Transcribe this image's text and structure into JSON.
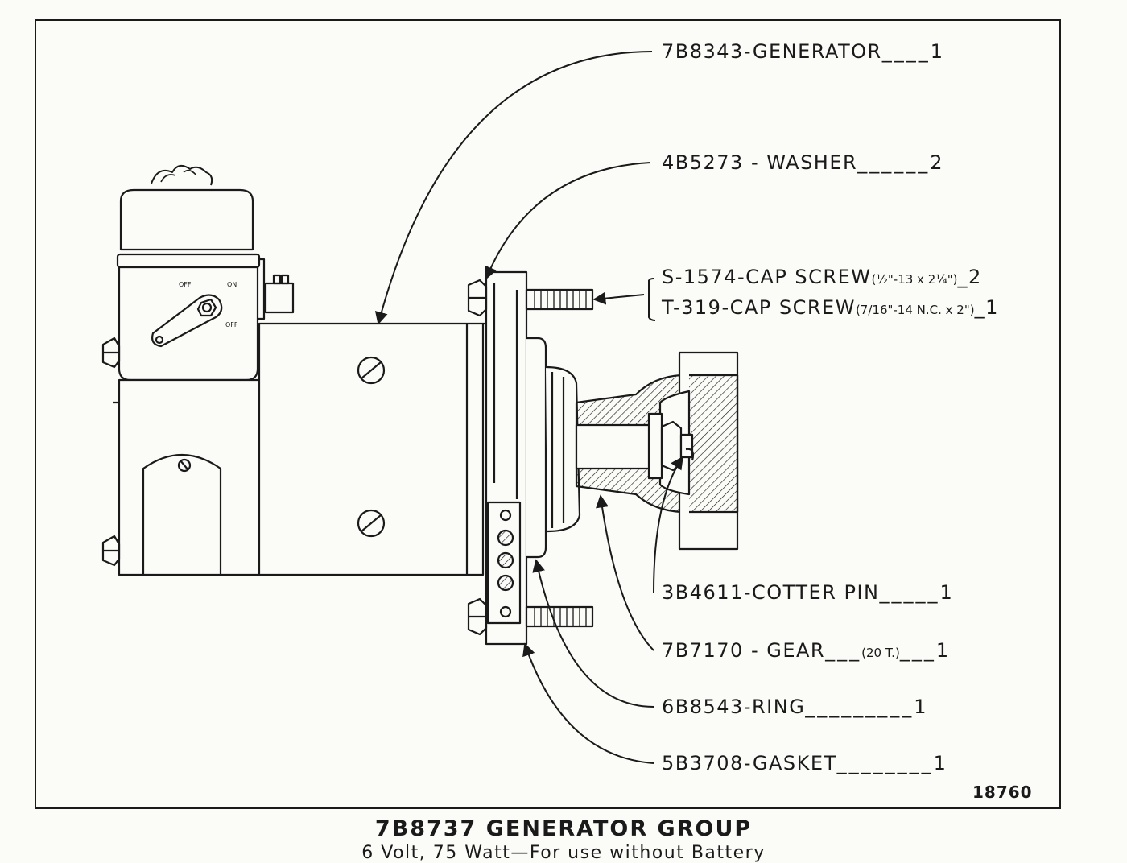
{
  "drawing": {
    "callouts": [
      {
        "id": "generator",
        "part": "7B8343",
        "name": "GENERATOR",
        "qty": "1"
      },
      {
        "id": "washer",
        "part": "4B5273",
        "name": "WASHER",
        "qty": "2"
      },
      {
        "id": "cap-screw-1",
        "part": "S-1574",
        "name": "CAP SCREW",
        "size": "(½\"-13 x 2¼\")",
        "qty": "2"
      },
      {
        "id": "cap-screw-2",
        "part": "T-319",
        "name": "CAP SCREW",
        "size": "(7/16\"-14 N.C. x 2\")",
        "qty": "1"
      },
      {
        "id": "cotter-pin",
        "part": "3B4611",
        "name": "COTTER PIN",
        "qty": "1"
      },
      {
        "id": "gear",
        "part": "7B7170",
        "name": "GEAR",
        "note": "(20 T.)",
        "qty": "1"
      },
      {
        "id": "ring",
        "part": "6B8543",
        "name": "RING",
        "qty": "1"
      },
      {
        "id": "gasket",
        "part": "5B3708",
        "name": "GASKET",
        "qty": "1"
      }
    ],
    "switch_labels": {
      "off_left": "OFF",
      "on": "ON",
      "off_right": "OFF"
    },
    "drawing_number": "18760"
  },
  "caption": {
    "title": "7B8737  GENERATOR GROUP",
    "subtitle": "6 Volt, 75 Watt—For use without Battery"
  }
}
